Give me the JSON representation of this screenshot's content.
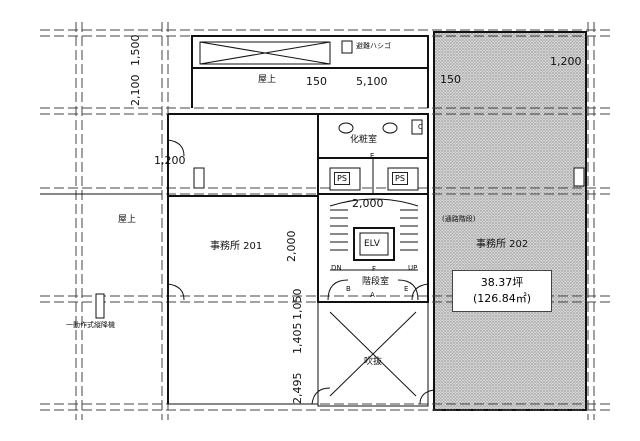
{
  "plan": {
    "rooms": {
      "office_201": "事務所 201",
      "office_202": "事務所 202",
      "office_202_note": "(通路階段)",
      "rooftop_left": "屋上",
      "rooftop_top": "屋上",
      "toilet": "化粧室",
      "stair_room": "階段室",
      "void": "吹抜",
      "elevator": "ELV",
      "ps_left": "PS",
      "ps_right": "PS",
      "escape_ladder": "避難ハシゴ",
      "auto_closing": "一動作式縦降機"
    },
    "markers": {
      "e_top": "E",
      "e_bottom": "E",
      "f": "F",
      "dn": "DN",
      "up": "UP",
      "a": "A",
      "b": "B",
      "c": "C"
    },
    "dimensions": {
      "d1500": "1,500",
      "d2100": "2,100",
      "d150a": "150",
      "d5100": "5,100",
      "d150b": "150",
      "d1200_right": "1,200",
      "d1200_left": "1,200",
      "d2000_h": "2,000",
      "d2000_v": "2,000",
      "d1405": "1,405",
      "d1050": "1,050",
      "d2495": "2,495"
    },
    "area": {
      "tsubo": "38.37坪",
      "sqm": "(126.84㎡)"
    },
    "colors": {
      "line": "#111111",
      "grid_dash": "#444444",
      "hatch_bg": "#d4d4d4",
      "hatch_dot": "#8a8a8a",
      "box_bg": "#ffffff"
    }
  }
}
